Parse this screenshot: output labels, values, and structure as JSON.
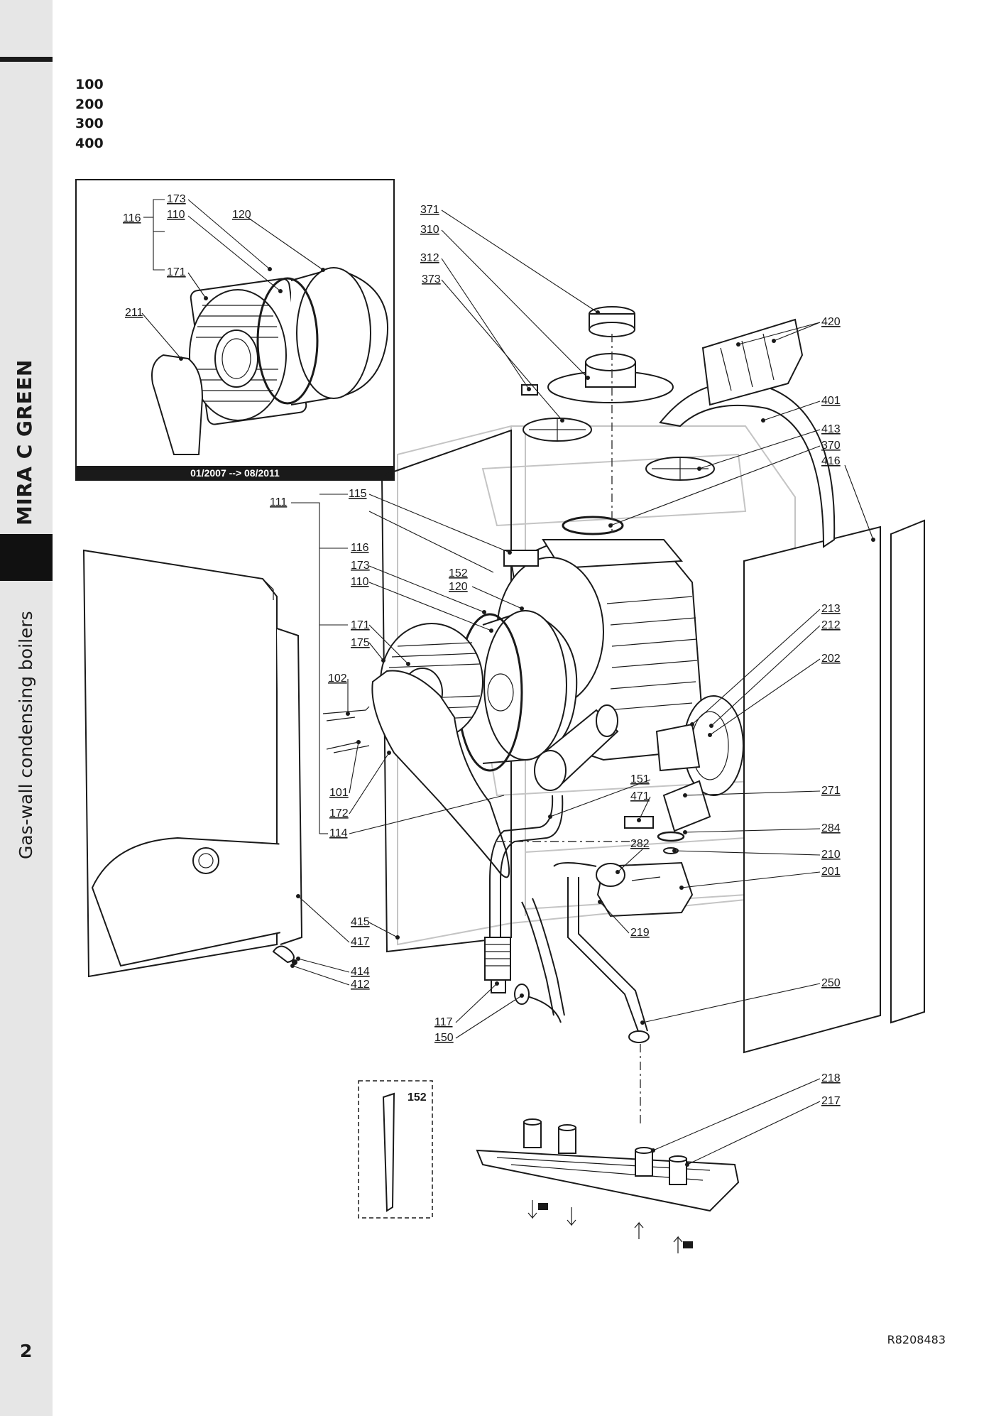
{
  "sidebar": {
    "product_name": "MIRA C GREEN",
    "category": "Gas-wall condensing boilers"
  },
  "models": [
    "100",
    "200",
    "300",
    "400"
  ],
  "inset": {
    "period_label": "01/2007 --> 08/2011",
    "callouts": [
      "173",
      "116",
      "110",
      "120",
      "171",
      "211"
    ]
  },
  "detail_box": {
    "callout": "152"
  },
  "callouts": {
    "c371": "371",
    "c310": "310",
    "c312": "312",
    "c373": "373",
    "c420": "420",
    "c401": "401",
    "c413": "413",
    "c370": "370",
    "c416": "416",
    "c111": "111",
    "c115": "115",
    "c116": "116",
    "c173": "173",
    "c110": "110",
    "c152": "152",
    "c120": "120",
    "c171": "171",
    "c175": "175",
    "c102": "102",
    "c101": "101",
    "c172": "172",
    "c114": "114",
    "c213": "213",
    "c212": "212",
    "c202": "202",
    "c151": "151",
    "c471": "471",
    "c271": "271",
    "c284": "284",
    "c282": "282",
    "c210": "210",
    "c201": "201",
    "c219": "219",
    "c415": "415",
    "c417": "417",
    "c414": "414",
    "c412": "412",
    "c250": "250",
    "c117": "117",
    "c150": "150",
    "c218": "218",
    "c217": "217"
  },
  "footer": {
    "page_number": "2",
    "document_reference": "R8208483"
  }
}
